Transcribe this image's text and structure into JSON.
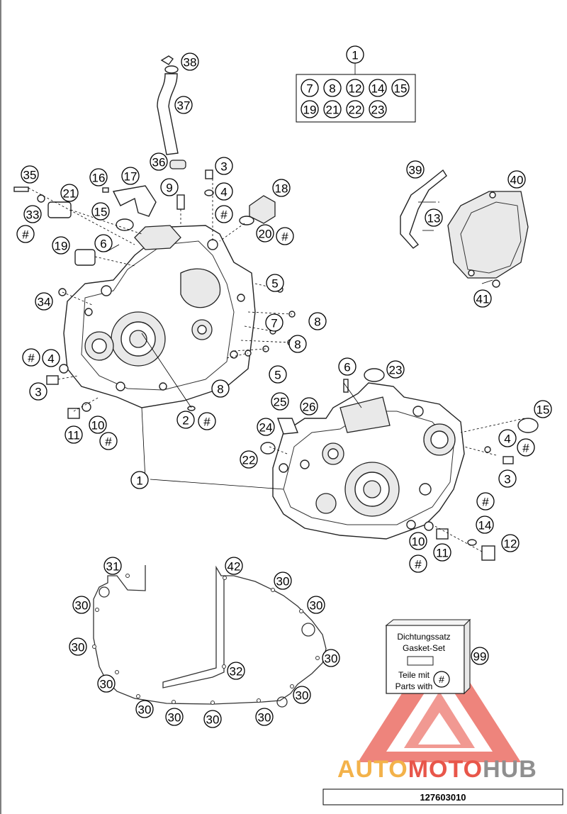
{
  "set_box": {
    "header": "1",
    "row1": [
      "7",
      "8",
      "12",
      "14",
      "15"
    ],
    "row2": [
      "19",
      "21",
      "22",
      "23"
    ]
  },
  "gasket_set": {
    "line1": "Dichtungssatz",
    "line2": "Gasket-Set",
    "line3": "Teile mit",
    "line4": "Parts with",
    "mark": "#",
    "callout": "99"
  },
  "callouts": {
    "c38": "38",
    "c37": "37",
    "c36": "36",
    "c3a": "3",
    "c35": "35",
    "c16": "16",
    "c17": "17",
    "c9": "9",
    "c4a": "4",
    "c18": "18",
    "c21": "21",
    "c15a": "15",
    "c33": "33",
    "h1": "#",
    "h2": "#",
    "c20": "20",
    "h3": "#",
    "c6a": "6",
    "c19": "19",
    "c5a": "5",
    "c34": "34",
    "c8a": "8",
    "c7": "7",
    "c8b": "8",
    "h4": "#",
    "c4b": "4",
    "c5b": "5",
    "c3b": "3",
    "c8c": "8",
    "c2": "2",
    "h5": "#",
    "c11a": "11",
    "c10a": "10",
    "h6": "#",
    "c6b": "6",
    "c23": "23",
    "c25": "25",
    "c26": "26",
    "c24": "24",
    "c15b": "15",
    "c4c": "4",
    "h7": "#",
    "c22": "22",
    "c3c": "3",
    "c1": "1",
    "h8": "#",
    "c14": "14",
    "c12": "12",
    "c10b": "10",
    "c11b": "11",
    "h9": "#",
    "c39": "39",
    "c40": "40",
    "c13": "13",
    "c41": "41",
    "c31": "31",
    "c42": "42",
    "c30a": "30",
    "c30b": "30",
    "c30c": "30",
    "c30d": "30",
    "c30e": "30",
    "c30f": "30",
    "c30g": "30",
    "c30h": "30",
    "c30i": "30",
    "c30j": "30",
    "c30k": "30",
    "c32": "32"
  },
  "watermark": {
    "part1": "AUTO",
    "part2": "MOTO",
    "part3": "HUB",
    "color_red": "#e8564a",
    "color_orange": "#f3b24a",
    "color_grey": "#8f8f8f"
  },
  "part_number": "127603010"
}
